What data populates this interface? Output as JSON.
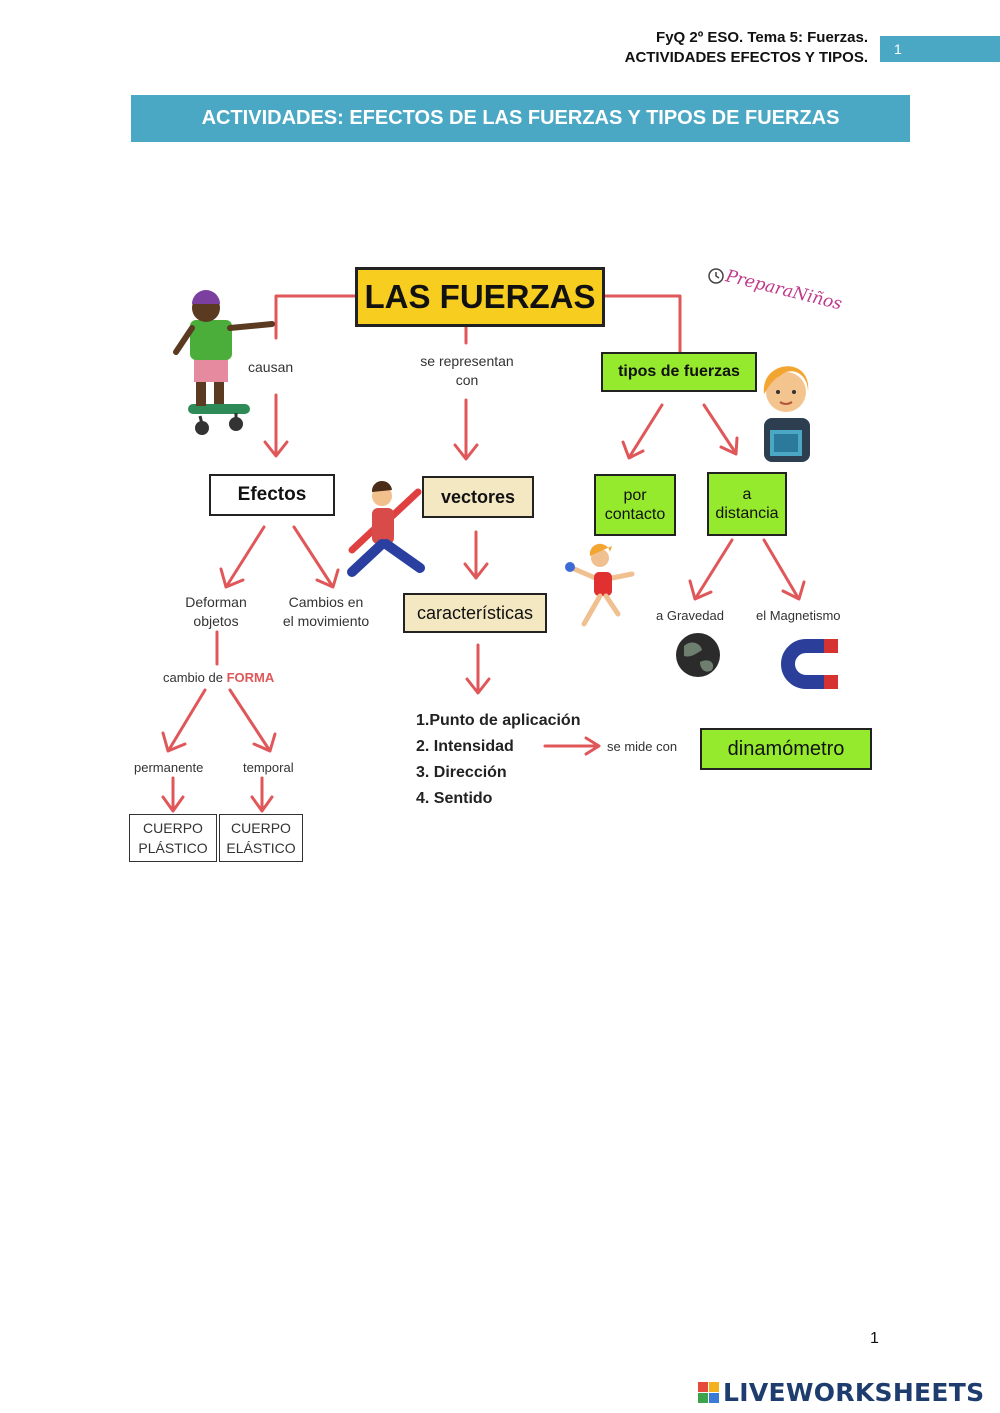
{
  "header": {
    "line1": "FyQ 2º ESO. Tema 5: Fuerzas.",
    "line2": "ACTIVIDADES EFECTOS Y TIPOS.",
    "page_box": "1"
  },
  "banner": {
    "title": "ACTIVIDADES: EFECTOS DE LAS FUERZAS Y TIPOS DE FUERZAS"
  },
  "map": {
    "main_title": "LAS FUERZAS",
    "watermark": "PreparaNiños",
    "causan": "causan",
    "se_representan_1": "se representan",
    "se_representan_2": "con",
    "tipos": "tipos de fuerzas",
    "efectos": "Efectos",
    "vectores": "vectores",
    "por_contacto_1": "por",
    "por_contacto_2": "contacto",
    "a_distancia_1": "a",
    "a_distancia_2": "distancia",
    "deforman_1": "Deforman",
    "deforman_2": "objetos",
    "cambios_1": "Cambios en",
    "cambios_2": "el movimiento",
    "caracteristicas": "características",
    "gravedad": "a Gravedad",
    "magnetismo": "el Magnetismo",
    "cambio_de": "cambio de",
    "forma": "FORMA",
    "permanente": "permanente",
    "temporal": "temporal",
    "plastico_1": "CUERPO",
    "plastico_2": "PLÁSTICO",
    "elastico_1": "CUERPO",
    "elastico_2": "ELÁSTICO",
    "list": [
      "1.Punto de aplicación",
      "2. Intensidad",
      "3. Dirección",
      "4. Sentido"
    ],
    "se_mide_con": "se mide con",
    "dinamometro": "dinamómetro"
  },
  "footer": {
    "page_number": "1",
    "brand": "LIVEWORKSHEETS"
  },
  "colors": {
    "accent": "#4aa8c4",
    "title_yellow": "#f7cd1f",
    "green": "#96ea2d",
    "beige": "#f4e8c2",
    "arrow": "#e0575a",
    "brand": "#1e3c6e"
  }
}
